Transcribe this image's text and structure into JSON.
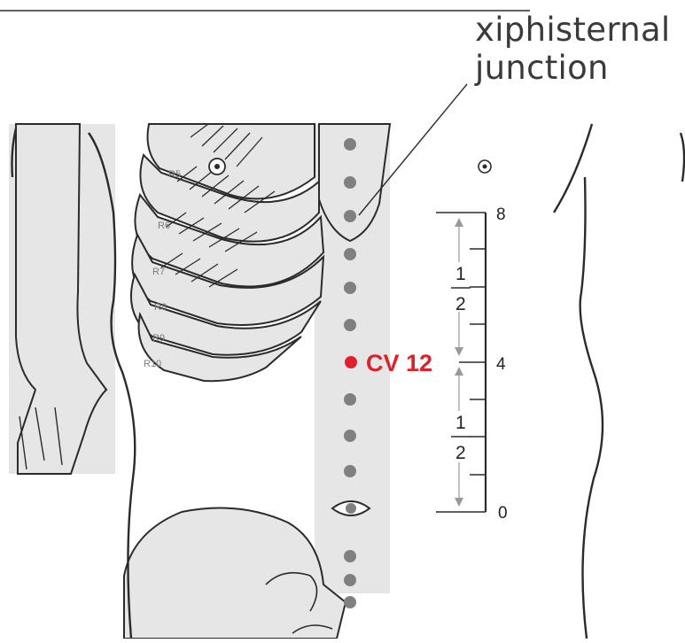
{
  "callout": {
    "line1": "xiphisternal",
    "line2": "junction"
  },
  "rib_labels": [
    "R5",
    "R6",
    "R7",
    "R8",
    "R9",
    "R10"
  ],
  "point": {
    "label": "CV 12",
    "color": "#e0202a"
  },
  "scale": {
    "top_value": "8",
    "middle_value": "4",
    "bottom_value": "0",
    "upper_fraction": {
      "numerator": "1",
      "denominator": "2"
    },
    "lower_fraction": {
      "numerator": "1",
      "denominator": "2"
    }
  },
  "colors": {
    "bone": "#e6e6e6",
    "outline": "#2b2b2b",
    "dot": "#808080",
    "accent": "#e0202a"
  },
  "icons": [
    "navel-icon",
    "nipple-icon-left",
    "nipple-icon-right"
  ]
}
